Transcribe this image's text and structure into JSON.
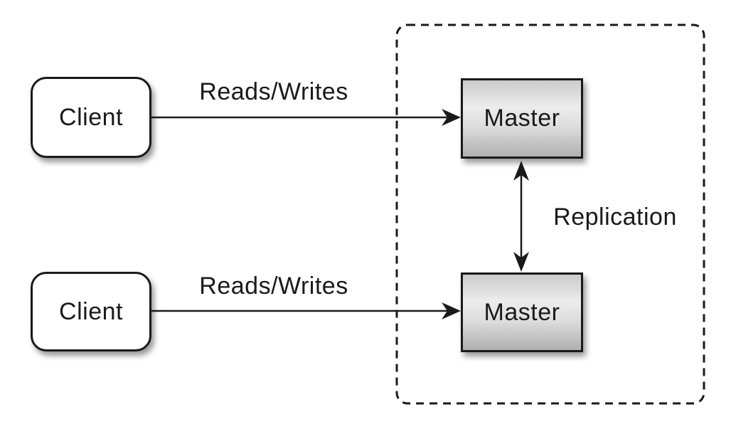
{
  "diagram": {
    "nodes": {
      "client_top": {
        "label": "Client"
      },
      "client_bottom": {
        "label": "Client"
      },
      "master_top": {
        "label": "Master"
      },
      "master_bottom": {
        "label": "Master"
      }
    },
    "edges": {
      "reads_writes_top": {
        "label": "Reads/Writes"
      },
      "reads_writes_bottom": {
        "label": "Reads/Writes"
      },
      "replication": {
        "label": "Replication"
      }
    },
    "colors": {
      "stroke": "#1a1a1a",
      "client_fill": "#ffffff",
      "master_fill_top": "#cbcbcb",
      "master_fill_mid": "#ececec",
      "master_fill_bottom": "#b0b0b0"
    }
  }
}
